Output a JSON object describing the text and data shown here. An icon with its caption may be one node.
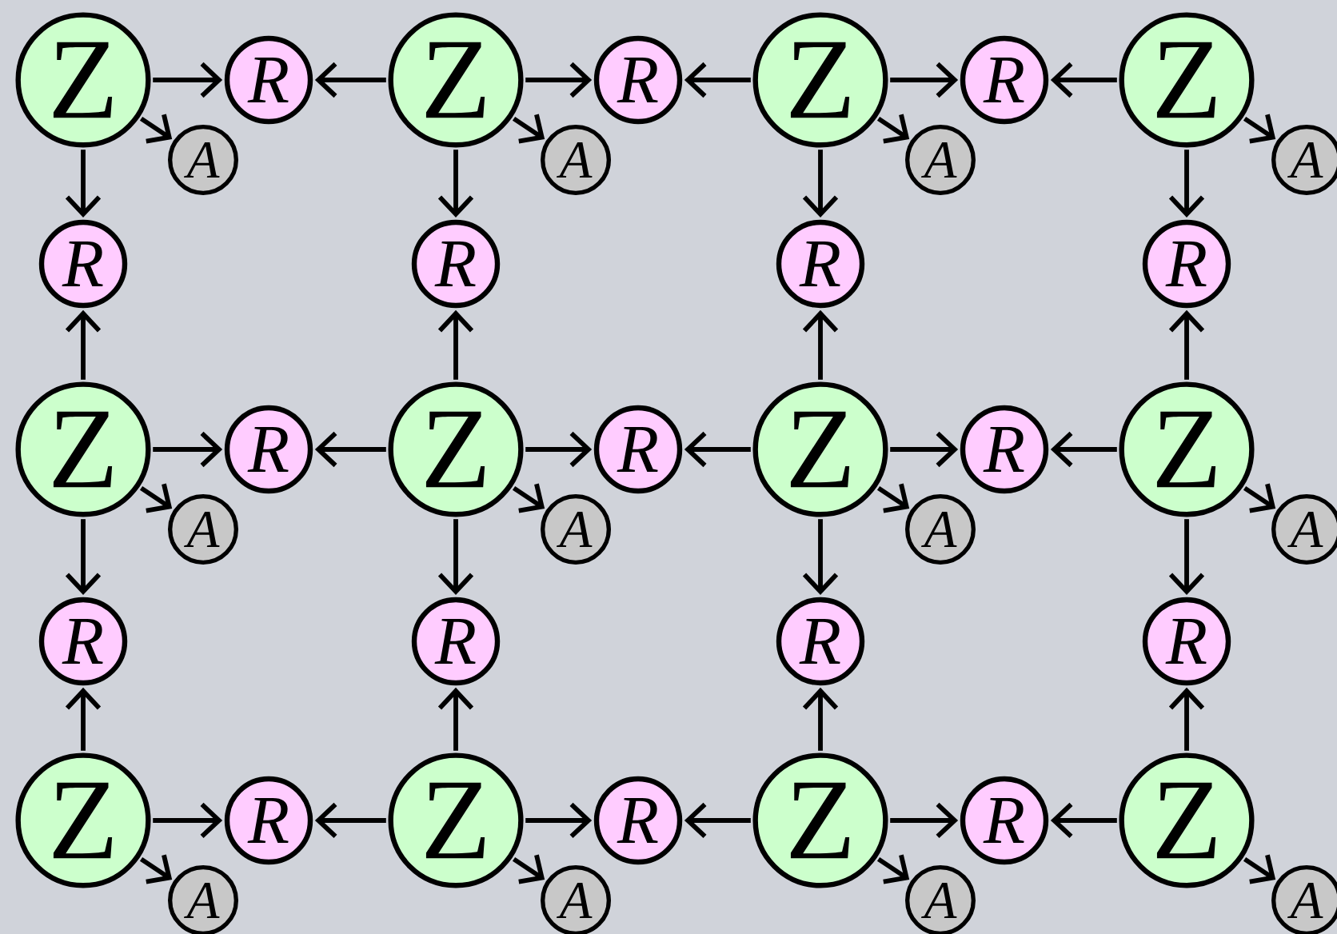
{
  "diagram": {
    "nodes": [
      {
        "text": [
          "Z"
        ]
      },
      {
        "text": [
          "R"
        ]
      },
      {
        "text": [
          "Z"
        ]
      },
      {
        "text": [
          "R"
        ]
      },
      {
        "text": [
          "Z"
        ]
      },
      {
        "text": [
          "R"
        ]
      },
      {
        "text": [
          "Z"
        ]
      },
      {
        "text": [
          "A"
        ]
      },
      {
        "text": [
          "A"
        ]
      },
      {
        "text": [
          "A"
        ]
      },
      {
        "text": [
          "A"
        ]
      },
      {
        "text": [
          "R"
        ]
      },
      {
        "text": [
          "R"
        ]
      },
      {
        "text": [
          "R"
        ]
      },
      {
        "text": [
          "R"
        ]
      },
      {
        "text": [
          "Z"
        ]
      },
      {
        "text": [
          "R"
        ]
      },
      {
        "text": [
          "Z"
        ]
      },
      {
        "text": [
          "R"
        ]
      },
      {
        "text": [
          "Z"
        ]
      },
      {
        "text": [
          "R"
        ]
      },
      {
        "text": [
          "Z"
        ]
      },
      {
        "text": [
          "A"
        ]
      },
      {
        "text": [
          "A"
        ]
      },
      {
        "text": [
          "A"
        ]
      },
      {
        "text": [
          "A"
        ]
      },
      {
        "text": [
          "R"
        ]
      },
      {
        "text": [
          "R"
        ]
      },
      {
        "text": [
          "R"
        ]
      },
      {
        "text": [
          "R"
        ]
      },
      {
        "text": [
          "Z"
        ]
      },
      {
        "text": [
          "R"
        ]
      },
      {
        "text": [
          "Z"
        ]
      },
      {
        "text": [
          "R"
        ]
      },
      {
        "text": [
          "Z"
        ]
      },
      {
        "text": [
          "R"
        ]
      },
      {
        "text": [
          "Z"
        ]
      },
      {
        "text": [
          "A"
        ]
      },
      {
        "text": [
          "A"
        ]
      },
      {
        "text": [
          "A"
        ]
      },
      {
        "text": [
          "A"
        ]
      }
    ],
    "edges": [
      {
        "from": 0,
        "to": 1,
        "arrow": "to"
      },
      {
        "from": 2,
        "to": 1,
        "arrow": "to"
      },
      {
        "from": 2,
        "to": 3,
        "arrow": "to"
      },
      {
        "from": 4,
        "to": 3,
        "arrow": "to"
      },
      {
        "from": 4,
        "to": 5,
        "arrow": "to"
      },
      {
        "from": 6,
        "to": 5,
        "arrow": "to"
      },
      {
        "from": 0,
        "to": 7,
        "arrow": "to"
      },
      {
        "from": 2,
        "to": 8,
        "arrow": "to"
      },
      {
        "from": 4,
        "to": 9,
        "arrow": "to"
      },
      {
        "from": 6,
        "to": 10,
        "arrow": "to"
      },
      {
        "from": 0,
        "to": 11,
        "arrow": "to"
      },
      {
        "from": 2,
        "to": 12,
        "arrow": "to"
      },
      {
        "from": 4,
        "to": 13,
        "arrow": "to"
      },
      {
        "from": 6,
        "to": 14,
        "arrow": "to"
      },
      {
        "from": 15,
        "to": 11,
        "arrow": "to"
      },
      {
        "from": 17,
        "to": 12,
        "arrow": "to"
      },
      {
        "from": 19,
        "to": 13,
        "arrow": "to"
      },
      {
        "from": 21,
        "to": 14,
        "arrow": "to"
      },
      {
        "from": 15,
        "to": 16,
        "arrow": "to"
      },
      {
        "from": 17,
        "to": 16,
        "arrow": "to"
      },
      {
        "from": 17,
        "to": 18,
        "arrow": "to"
      },
      {
        "from": 19,
        "to": 18,
        "arrow": "to"
      },
      {
        "from": 19,
        "to": 20,
        "arrow": "to"
      },
      {
        "from": 21,
        "to": 20,
        "arrow": "to"
      },
      {
        "from": 15,
        "to": 22,
        "arrow": "to"
      },
      {
        "from": 17,
        "to": 23,
        "arrow": "to"
      },
      {
        "from": 19,
        "to": 24,
        "arrow": "to"
      },
      {
        "from": 21,
        "to": 25,
        "arrow": "to"
      },
      {
        "from": 15,
        "to": 26,
        "arrow": "to"
      },
      {
        "from": 17,
        "to": 27,
        "arrow": "to"
      },
      {
        "from": 19,
        "to": 28,
        "arrow": "to"
      },
      {
        "from": 21,
        "to": 29,
        "arrow": "to"
      },
      {
        "from": 30,
        "to": 26,
        "arrow": "to"
      },
      {
        "from": 32,
        "to": 27,
        "arrow": "to"
      },
      {
        "from": 34,
        "to": 28,
        "arrow": "to"
      },
      {
        "from": 36,
        "to": 29,
        "arrow": "to"
      },
      {
        "from": 30,
        "to": 31,
        "arrow": "to"
      },
      {
        "from": 32,
        "to": 31,
        "arrow": "to"
      },
      {
        "from": 32,
        "to": 33,
        "arrow": "to"
      },
      {
        "from": 34,
        "to": 33,
        "arrow": "to"
      },
      {
        "from": 34,
        "to": 35,
        "arrow": "to"
      },
      {
        "from": 36,
        "to": 35,
        "arrow": "to"
      },
      {
        "from": 30,
        "to": 37,
        "arrow": "to"
      },
      {
        "from": 32,
        "to": 38,
        "arrow": "to"
      },
      {
        "from": 34,
        "to": 39,
        "arrow": "to"
      },
      {
        "from": 36,
        "to": 40,
        "arrow": "to"
      }
    ]
  }
}
